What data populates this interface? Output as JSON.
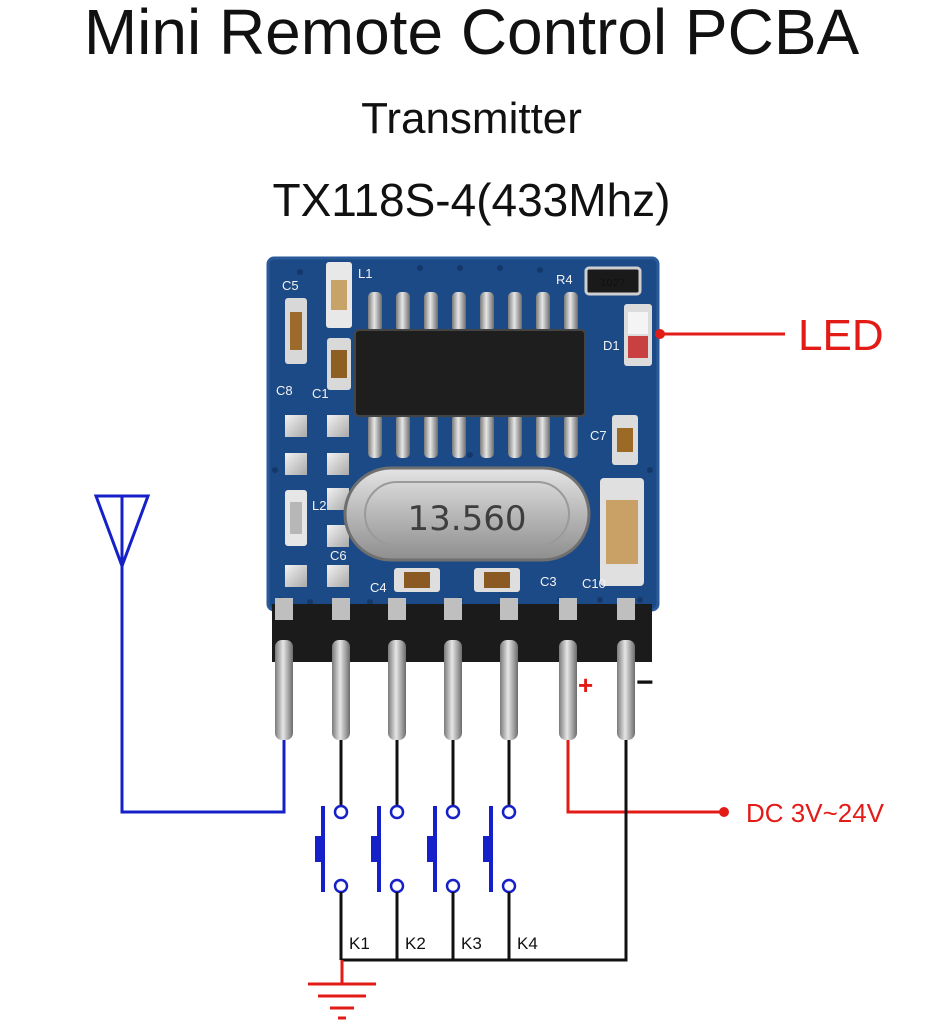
{
  "header": {
    "title": "Mini Remote Control PCBA",
    "subtitle": "Transmitter",
    "model": "TX118S-4(433Mhz)"
  },
  "board": {
    "silkscreen": {
      "c5": "C5",
      "l1": "L1",
      "r4": "R4",
      "d1": "D1",
      "c8": "C8",
      "c1": "C1",
      "c7": "C7",
      "l2": "L2",
      "c6": "C6",
      "c4": "C4",
      "c3": "C3",
      "c10": "C10"
    },
    "resistor_code": "1027",
    "crystal_marking": "13.560",
    "plus_sign": "+",
    "minus_sign": "−"
  },
  "annotations": {
    "led_label": "LED",
    "power_label": "DC 3V~24V"
  },
  "buttons": [
    "K1",
    "K2",
    "K3",
    "K4"
  ],
  "colors": {
    "pcb": "#1c4a86",
    "antenna_wire": "#1520c8",
    "power_wire": "#e31b17",
    "ground_symbol": "#e31b17",
    "button": "#1520c8",
    "label_red": "#e31b17"
  }
}
